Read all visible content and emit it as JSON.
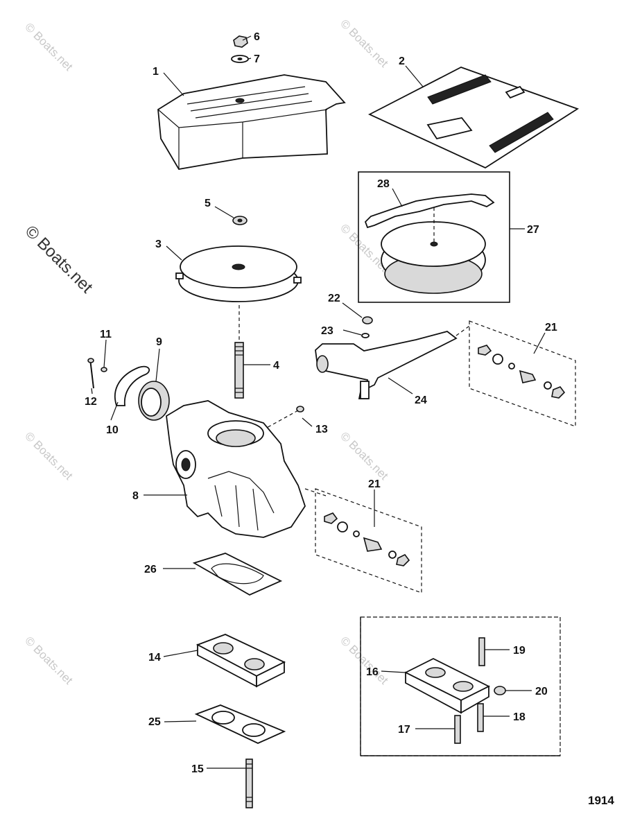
{
  "watermark": {
    "text": "© Boats.net"
  },
  "figure_number": "1914",
  "callouts": [
    {
      "id": "c1",
      "label": "1"
    },
    {
      "id": "c2",
      "label": "2"
    },
    {
      "id": "c3",
      "label": "3"
    },
    {
      "id": "c4",
      "label": "4"
    },
    {
      "id": "c5",
      "label": "5"
    },
    {
      "id": "c6",
      "label": "6"
    },
    {
      "id": "c7",
      "label": "7"
    },
    {
      "id": "c8",
      "label": "8"
    },
    {
      "id": "c9",
      "label": "9"
    },
    {
      "id": "c10",
      "label": "10"
    },
    {
      "id": "c11",
      "label": "11"
    },
    {
      "id": "c12",
      "label": "12"
    },
    {
      "id": "c13",
      "label": "13"
    },
    {
      "id": "c14",
      "label": "14"
    },
    {
      "id": "c15",
      "label": "15"
    },
    {
      "id": "c16",
      "label": "16"
    },
    {
      "id": "c17",
      "label": "17"
    },
    {
      "id": "c18",
      "label": "18"
    },
    {
      "id": "c19",
      "label": "19"
    },
    {
      "id": "c20",
      "label": "20"
    },
    {
      "id": "c21a",
      "label": "21"
    },
    {
      "id": "c21b",
      "label": "21"
    },
    {
      "id": "c22",
      "label": "22"
    },
    {
      "id": "c23",
      "label": "23"
    },
    {
      "id": "c24",
      "label": "24"
    },
    {
      "id": "c25",
      "label": "25"
    },
    {
      "id": "c26",
      "label": "26"
    },
    {
      "id": "c27",
      "label": "27"
    },
    {
      "id": "c28",
      "label": "28"
    }
  ]
}
